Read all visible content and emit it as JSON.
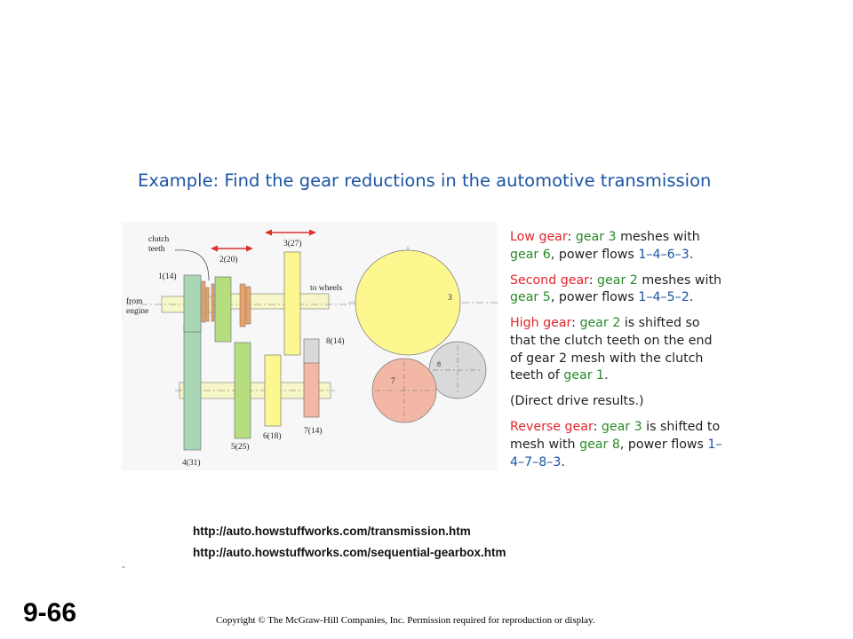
{
  "title": "Example: Find the gear reductions in the automotive transmission",
  "diagram": {
    "labels": {
      "clutch_teeth_line1": "clutch",
      "clutch_teeth_line2": "teeth",
      "gear1": "1(14)",
      "gear2": "2(20)",
      "gear3": "3(27)",
      "gear4": "4(31)",
      "gear5": "5(25)",
      "gear6": "6(18)",
      "gear7": "7(14)",
      "gear8": "8(14)",
      "from_engine_line1": "from",
      "from_engine_line2": "engine",
      "to_wheels": "to wheels",
      "circle3": "3",
      "circle7": "7",
      "circle8": "8"
    },
    "colors": {
      "shaft": "#f7f6c8",
      "gear_green": "#b6de7f",
      "gear_yellow": "#fdf78f",
      "gear_teal": "#a9d7b5",
      "gear_pink": "#f3b8a5",
      "gear_gray": "#d9d9d9",
      "clutch_orange": "#eaa46a",
      "arrow_red": "#d9302c"
    }
  },
  "notes": {
    "low": {
      "name": "Low gear",
      "t1": ": ",
      "g1": "gear 3",
      "t2": " meshes with ",
      "g2": "gear 6",
      "t3": ", power flows ",
      "flow": "1–4–6–3",
      "t4": "."
    },
    "second": {
      "name": "Second gear",
      "t1": ": ",
      "g1": "gear 2",
      "t2": " meshes with ",
      "g2": "gear 5",
      "t3": ", power flows ",
      "flow": "1–4–5–2",
      "t4": "."
    },
    "high": {
      "name": "High gear",
      "t1": ": ",
      "g1": "gear 2",
      "t2": " is shifted so that the clutch teeth on the end of gear 2 mesh with the clutch teeth of ",
      "g2": "gear 1",
      "t3": "."
    },
    "direct": "(Direct drive results.)",
    "reverse": {
      "name": "Reverse gear",
      "t1": ": ",
      "g1": "gear 3",
      "t2": " is shifted to mesh with ",
      "g2": "gear 8",
      "t3": ", power flows ",
      "flow": "1–4–7–8–3",
      "t4": "."
    }
  },
  "links": {
    "transmission": "http://auto.howstuffworks.com/transmission.htm",
    "sequential": "http://auto.howstuffworks.com/sequential-gearbox.htm"
  },
  "dash": "-",
  "slide_number": "9-66",
  "copyright": "Copyright © The McGraw-Hill Companies, Inc. Permission required for reproduction or display."
}
